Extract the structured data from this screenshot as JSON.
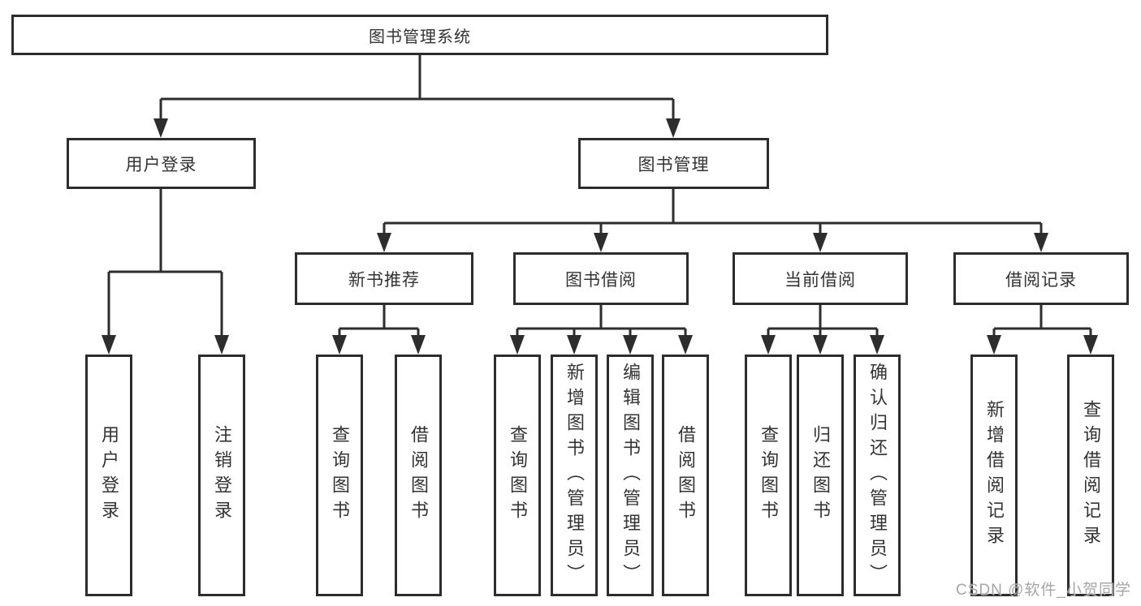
{
  "colors": {
    "line": "#2d2d2d",
    "box_border": "#2d2d2d",
    "text": "#333333",
    "watermark": "#9e9e9e",
    "background": "#ffffff"
  },
  "watermark": {
    "text": "CSDN @软件_小贺同学"
  },
  "tree": {
    "root": {
      "label": "图书管理系统",
      "children": [
        {
          "label": "用户登录",
          "children": [
            {
              "label": "用户登录"
            },
            {
              "label": "注销登录"
            }
          ]
        },
        {
          "label": "图书管理",
          "children": [
            {
              "label": "新书推荐",
              "children": [
                {
                  "label": "查询图书"
                },
                {
                  "label": "借阅图书"
                }
              ]
            },
            {
              "label": "图书借阅",
              "children": [
                {
                  "label": "查询图书"
                },
                {
                  "label": "新增图书（管理员）"
                },
                {
                  "label": "编辑图书（管理员）"
                },
                {
                  "label": "借阅图书"
                }
              ]
            },
            {
              "label": "当前借阅",
              "children": [
                {
                  "label": "查询图书"
                },
                {
                  "label": "归还图书"
                },
                {
                  "label": "确认归还（管理员）"
                }
              ]
            },
            {
              "label": "借阅记录",
              "children": [
                {
                  "label": "新增借阅记录"
                },
                {
                  "label": "查询借阅记录"
                }
              ]
            }
          ]
        }
      ]
    }
  }
}
